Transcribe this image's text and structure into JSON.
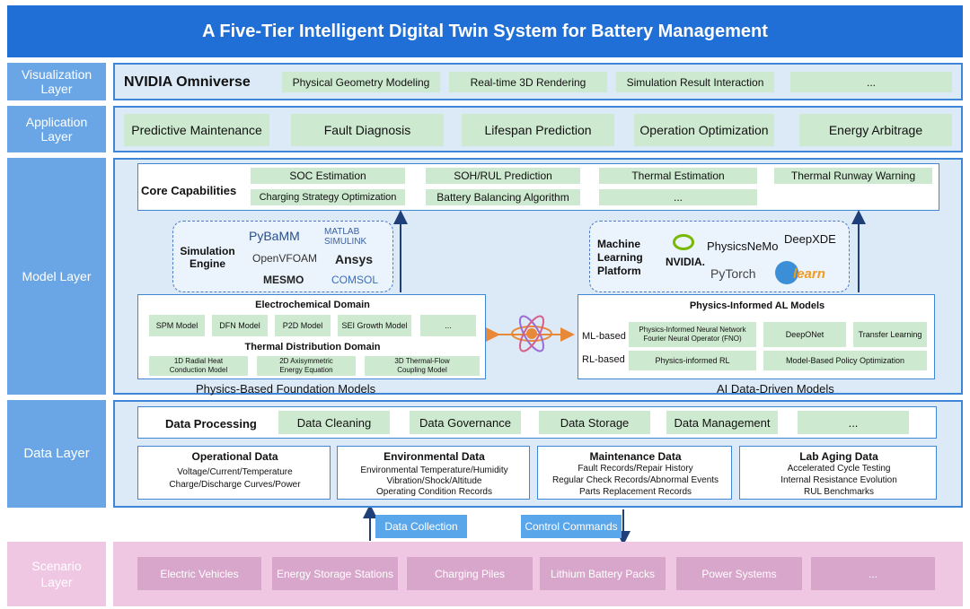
{
  "title": "A Five-Tier Intelligent Digital Twin System for Battery Management",
  "layers": {
    "visualization": "Visualization\nLayer",
    "application": "Application\nLayer",
    "model": "Model Layer",
    "data": "Data Layer",
    "scenario": "Scenario\nLayer"
  },
  "visualization": {
    "platform": "NVIDIA Omniverse",
    "items": [
      "Physical Geometry Modeling",
      "Real-time 3D Rendering",
      "Simulation Result Interaction",
      "..."
    ]
  },
  "application": {
    "items": [
      "Predictive Maintenance",
      "Fault Diagnosis",
      "Lifespan Prediction",
      "Operation Optimization",
      "Energy Arbitrage"
    ]
  },
  "core": {
    "label": "Core Capabilities",
    "items": [
      "SOC Estimation",
      "SOH/RUL Prediction",
      "Thermal Estimation",
      "Thermal Runway Warning",
      "Charging Strategy Optimization",
      "Battery Balancing Algorithm",
      "..."
    ]
  },
  "simulation": {
    "label": "Simulation\nEngine",
    "logos": [
      "PyBaMM",
      "MATLAB SIMULINK",
      "OpenVFOAM",
      "Ansys",
      "MESMO",
      "COMSOL"
    ]
  },
  "ml_platform": {
    "label": "Machine\nLearning\nPlatform",
    "logos": [
      "NVIDIA.",
      "PhysicsNeMo",
      "DeepXDE",
      "PyTorch",
      "learn"
    ]
  },
  "physics": {
    "electro_title": "Electrochemical Domain",
    "electro_items": [
      "SPM Model",
      "DFN Model",
      "P2D Model",
      "SEI Growth Model",
      "..."
    ],
    "thermal_title": "Thermal Distribution Domain",
    "thermal_items": [
      "1D Radial Heat\nConduction Model",
      "2D Axisymmetric\nEnergy Equation",
      "3D Thermal-Flow\nCoupling Model"
    ],
    "caption": "Physics-Based Foundation Models"
  },
  "ai": {
    "title": "Physics-Informed AL Models",
    "ml_label": "ML-based",
    "rl_label": "RL-based",
    "ml_items": [
      "Physics-Informed Neural Network\nFourier Neural Operator (FNO)",
      "DeepONet",
      "Transfer Learning"
    ],
    "rl_items": [
      "Physics-informed RL",
      "Model-Based Policy Optimization"
    ],
    "caption": "AI Data-Driven Models"
  },
  "data_processing": {
    "label": "Data Processing",
    "items": [
      "Data Cleaning",
      "Data Governance",
      "Data Storage",
      "Data Management",
      "..."
    ]
  },
  "data_cards": [
    {
      "title": "Operational Data",
      "lines": [
        "Voltage/Current/Temperature",
        "Charge/Discharge Curves/Power"
      ]
    },
    {
      "title": "Environmental Data",
      "lines": [
        "Environmental Temperature/Humidity",
        "Vibration/Shock/Altitude",
        "Operating Condition Records"
      ]
    },
    {
      "title": "Maintenance Data",
      "lines": [
        "Fault Records/Repair History",
        "Regular Check Records/Abnormal Events",
        "Parts Replacement Records"
      ]
    },
    {
      "title": "Lab Aging Data",
      "lines": [
        "Accelerated Cycle Testing",
        "Internal Resistance Evolution",
        "RUL Benchmarks"
      ]
    }
  ],
  "flows": {
    "collection": "Data Collection",
    "control": "Control Commands"
  },
  "scenarios": [
    "Electric Vehicles",
    "Energy Storage Stations",
    "Charging Piles",
    "Lithium Battery Packs",
    "Power Systems",
    "..."
  ],
  "colors": {
    "title": "#1f6fd6",
    "layer_label": "#6aa6e6",
    "panel": "#dceaf7",
    "green": "#cde9cf",
    "pink": "#efc7e3"
  }
}
